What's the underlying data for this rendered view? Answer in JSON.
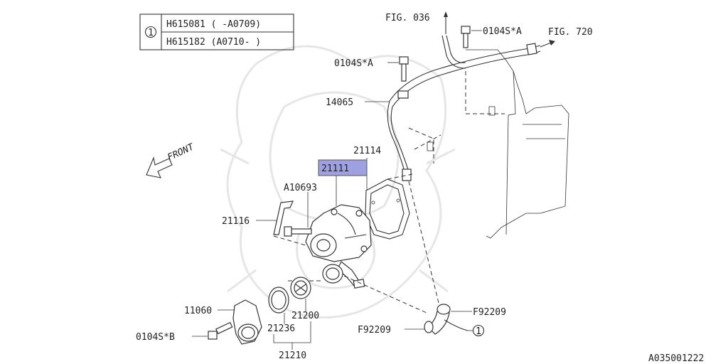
{
  "table": {
    "marker": "1",
    "rows": [
      "H615081 ( -A0709)",
      "H615182 (A0710- )"
    ]
  },
  "fig_refs": {
    "fig036": "FIG. 036",
    "fig720": "FIG. 720"
  },
  "front_label": "FRONT",
  "highlight_color": "#9fa0e0",
  "labels": {
    "p0104s_a_top": "0104S*A",
    "p0104s_a_left": "0104S*A",
    "p14065": "14065",
    "p21114": "21114",
    "p21111": "21111",
    "pA10693": "A10693",
    "p21116": "21116",
    "p11060": "11060",
    "p0104s_b": "0104S*B",
    "p21200": "21200",
    "p21236": "21236",
    "p21210": "21210",
    "pF92209_right": "F92209",
    "pF92209_left": "F92209",
    "marker_ref": "1"
  },
  "diagram_id": "A035001222"
}
